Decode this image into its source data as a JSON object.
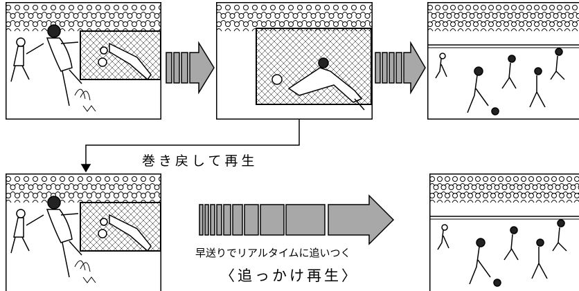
{
  "captions": {
    "rewind_play": "巻き戻して再生",
    "fast_forward": "早送りでリアルタイムに追いつく",
    "chase_play": "〈追っかけ再生〉"
  },
  "colors": {
    "arrow_fill": "#a8a8a8",
    "stroke": "#000000",
    "background": "#ffffff"
  },
  "panels": [
    {
      "id": "goal-scene-top",
      "scene": "goal-kick"
    },
    {
      "id": "keeper-dive",
      "scene": "keeper-dive"
    },
    {
      "id": "midfield-top",
      "scene": "midfield"
    },
    {
      "id": "goal-scene-bottom",
      "scene": "goal-kick"
    },
    {
      "id": "midfield-bottom",
      "scene": "midfield"
    }
  ]
}
